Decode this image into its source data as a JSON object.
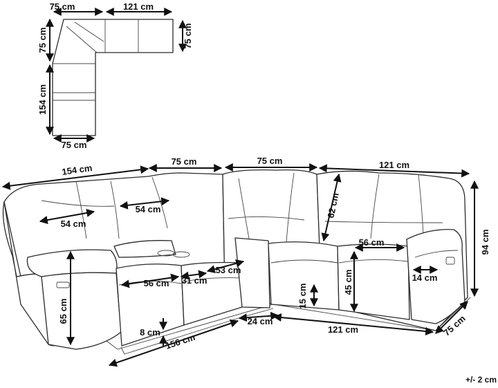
{
  "top_view": {
    "width_left": "75 cm",
    "width_top": "121 cm",
    "height_right": "75 cm",
    "height_corner": "75 cm",
    "height_left": "154 cm",
    "width_bottom": "75 cm"
  },
  "main_view": {
    "len_left": "154 cm",
    "len_75a": "75 cm",
    "len_75b": "75 cm",
    "len_right": "121 cm",
    "seat_width_a": "54 cm",
    "seat_width_b": "54 cm",
    "back_height": "62 cm",
    "arm_width": "56 cm",
    "total_height": "94 cm",
    "seat_depth": "56 cm",
    "console_width": "31 cm",
    "seat_width_c": "53 cm",
    "arm_thickness": "14 cm",
    "seat_height_outer": "65 cm",
    "seat_thickness": "15 cm",
    "seat_height": "45 cm",
    "leg_height": "8 cm",
    "base_corner": "24 cm",
    "base_left": "156 cm",
    "base_right": "121 cm",
    "depth_right": "75 cm",
    "tolerance": "+/- 2 cm"
  },
  "colors": {
    "line": "#2a2a2a",
    "arrow": "#111111",
    "background": "#ffffff"
  }
}
